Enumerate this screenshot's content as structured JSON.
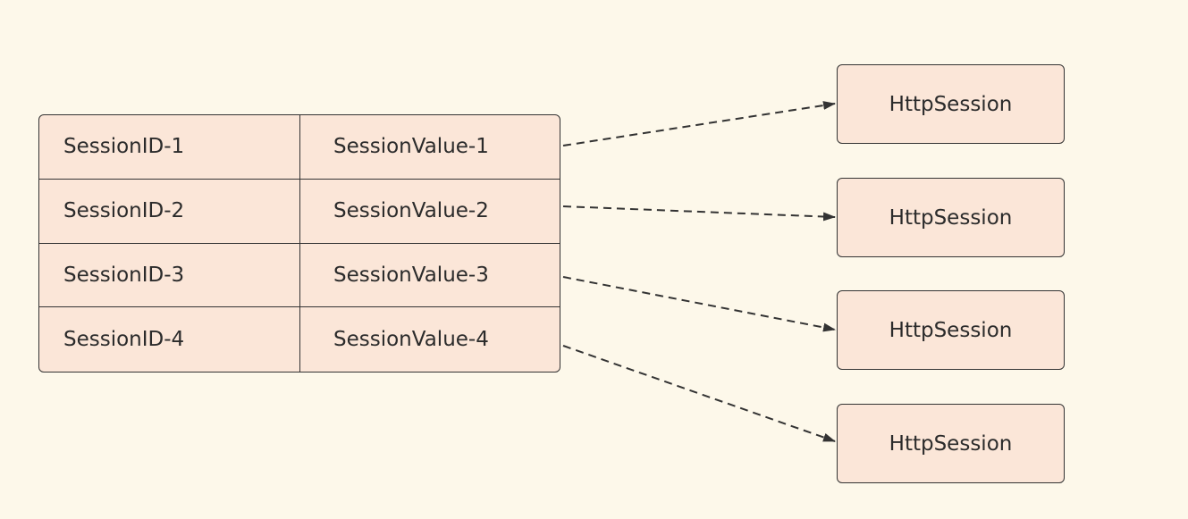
{
  "session_table": {
    "rows": [
      {
        "key": "SessionID-1",
        "value": "SessionValue-1"
      },
      {
        "key": "SessionID-2",
        "value": "SessionValue-2"
      },
      {
        "key": "SessionID-3",
        "value": "SessionValue-3"
      },
      {
        "key": "SessionID-4",
        "value": "SessionValue-4"
      }
    ]
  },
  "http_sessions": [
    {
      "label": "HttpSession"
    },
    {
      "label": "HttpSession"
    },
    {
      "label": "HttpSession"
    },
    {
      "label": "HttpSession"
    }
  ],
  "colors": {
    "background": "#fdf8ea",
    "box_fill": "#fbe6d8",
    "stroke": "#333333"
  }
}
